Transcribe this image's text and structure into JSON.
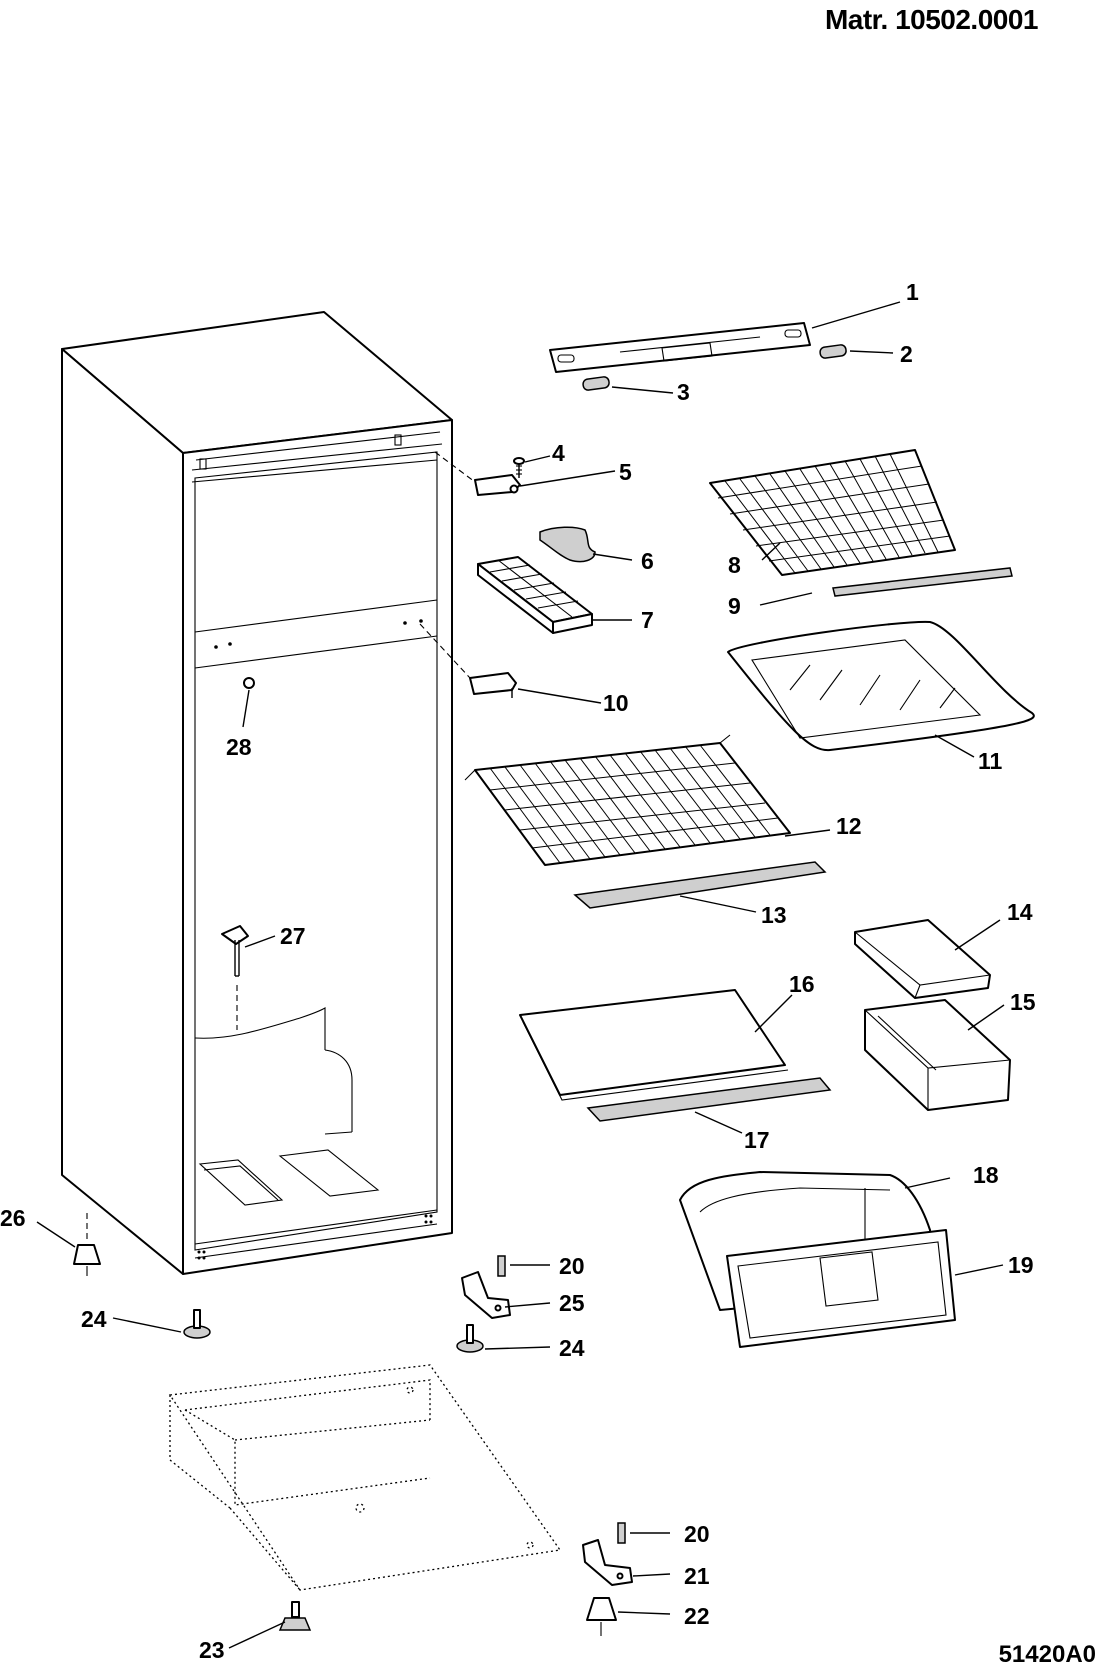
{
  "header": {
    "material_number": "Matr. 10502.0001",
    "drawing_code": "51420A0"
  },
  "callouts": [
    {
      "id": "c1",
      "text": "1"
    },
    {
      "id": "c2",
      "text": "2"
    },
    {
      "id": "c3",
      "text": "3"
    },
    {
      "id": "c4",
      "text": "4"
    },
    {
      "id": "c5",
      "text": "5"
    },
    {
      "id": "c6",
      "text": "6"
    },
    {
      "id": "c7",
      "text": "7"
    },
    {
      "id": "c8",
      "text": "8"
    },
    {
      "id": "c9",
      "text": "9"
    },
    {
      "id": "c10",
      "text": "10"
    },
    {
      "id": "c11",
      "text": "11"
    },
    {
      "id": "c12",
      "text": "12"
    },
    {
      "id": "c13",
      "text": "13"
    },
    {
      "id": "c14",
      "text": "14"
    },
    {
      "id": "c15",
      "text": "15"
    },
    {
      "id": "c16",
      "text": "16"
    },
    {
      "id": "c17",
      "text": "17"
    },
    {
      "id": "c18",
      "text": "18"
    },
    {
      "id": "c19",
      "text": "19"
    },
    {
      "id": "c20a",
      "text": "20"
    },
    {
      "id": "c20b",
      "text": "20"
    },
    {
      "id": "c21",
      "text": "21"
    },
    {
      "id": "c22",
      "text": "22"
    },
    {
      "id": "c23",
      "text": "23"
    },
    {
      "id": "c24a",
      "text": "24"
    },
    {
      "id": "c24b",
      "text": "24"
    },
    {
      "id": "c25",
      "text": "25"
    },
    {
      "id": "c26",
      "text": "26"
    },
    {
      "id": "c27",
      "text": "27"
    },
    {
      "id": "c28",
      "text": "28"
    }
  ]
}
